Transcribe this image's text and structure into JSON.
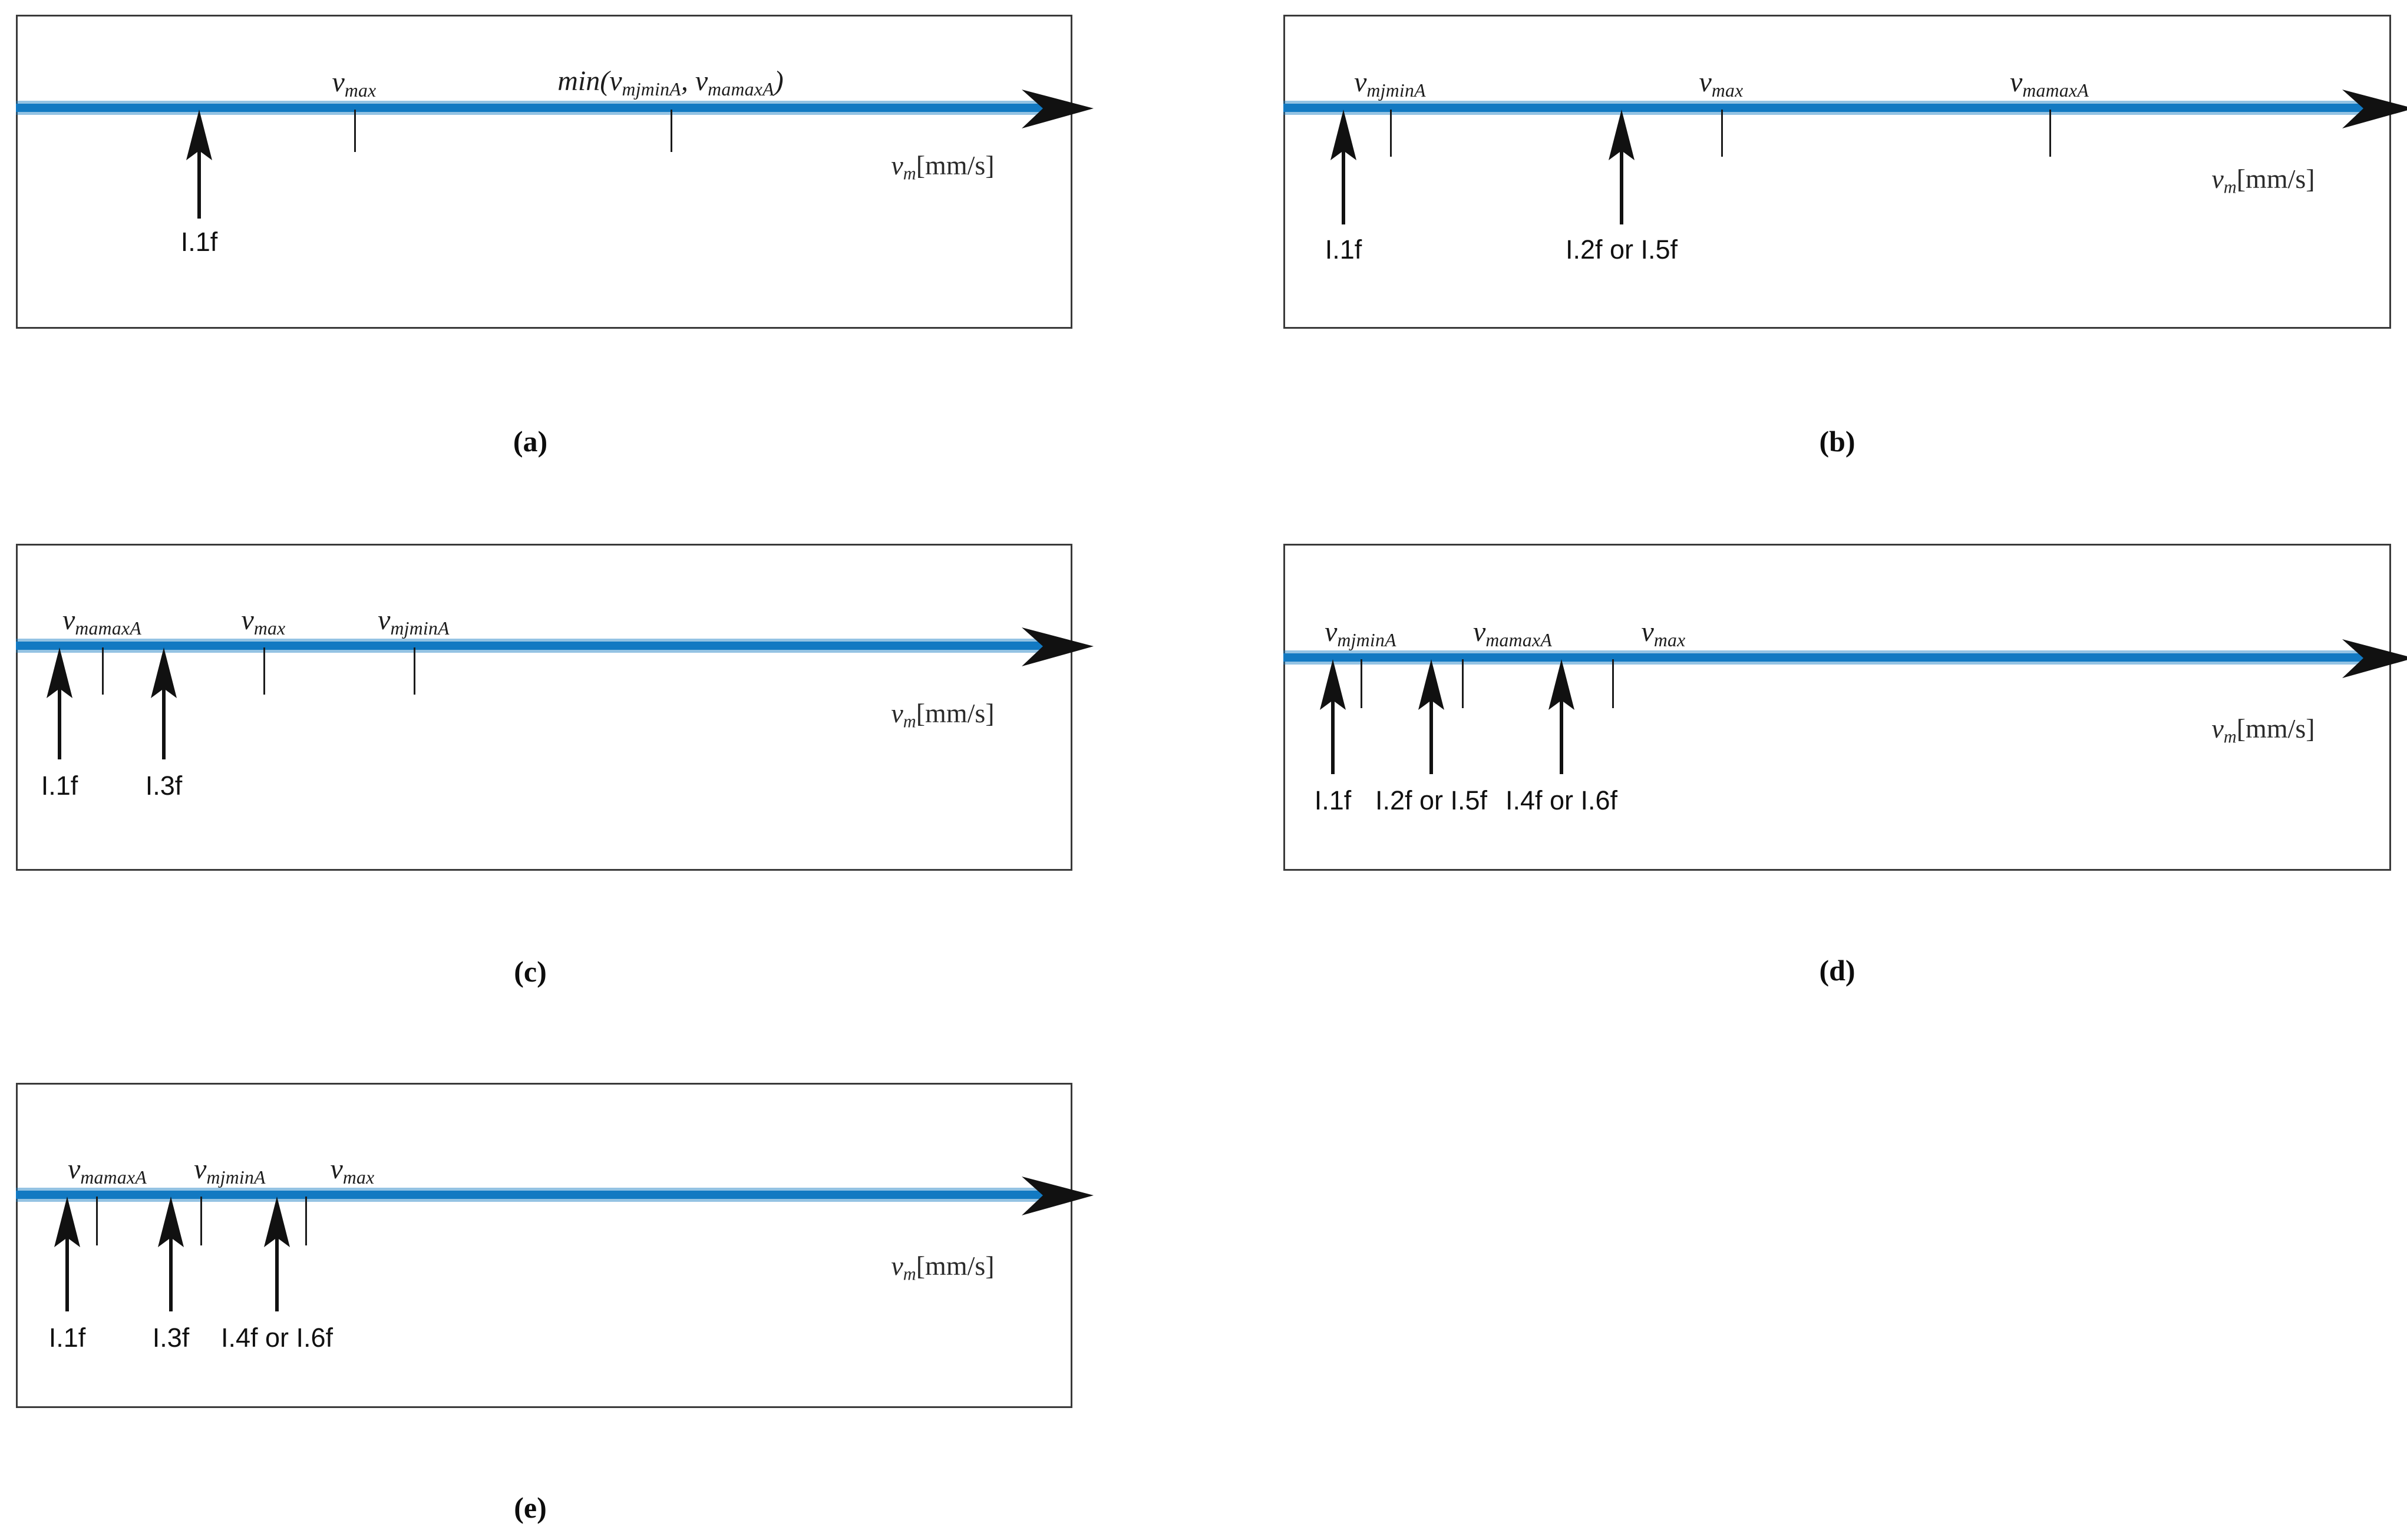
{
  "figure": {
    "axis_color": "#1279c2",
    "frame_color": "#3a3a3a",
    "text_color": "#111111",
    "unit_label": "v_m[mm/s]"
  },
  "symbols": {
    "v": "v",
    "max": "max",
    "mjminA": "mjminA",
    "mamaxA": "mamaxA",
    "m": "m",
    "mm_per_s": "[mm/s]",
    "min_open": "min(",
    "min_close": ")",
    "comma": ", "
  },
  "panels": [
    {
      "id": "a",
      "caption": "(a)",
      "axis_label": "v_m[mm/s]",
      "tick_labels": [
        {
          "text": "v_max",
          "base": "v",
          "sub": "max"
        },
        {
          "text": "min(v_mjminA, v_mamaxA)",
          "base": "min(v",
          "sub": "mjminA",
          "base2": ", v",
          "sub2": "mamaxA",
          "tail": ")"
        }
      ],
      "ticks": [
        {
          "label": "v_max"
        },
        {
          "label": "min(v_mjminA, v_mamaxA)"
        }
      ],
      "arrows": [
        {
          "label": "I.1f"
        }
      ]
    },
    {
      "id": "b",
      "caption": "(b)",
      "axis_label": "v_m[mm/s]",
      "ticks": [
        {
          "label": "v_mjminA"
        },
        {
          "label": "v_max"
        },
        {
          "label": "v_mamaxA"
        }
      ],
      "arrows": [
        {
          "label": "I.1f"
        },
        {
          "label": "I.2f or I.5f"
        }
      ]
    },
    {
      "id": "c",
      "caption": "(c)",
      "axis_label": "v_m[mm/s]",
      "ticks": [
        {
          "label": "v_mamaxA"
        },
        {
          "label": "v_max"
        },
        {
          "label": "v_mjminA"
        }
      ],
      "arrows": [
        {
          "label": "I.1f"
        },
        {
          "label": "I.3f"
        }
      ]
    },
    {
      "id": "d",
      "caption": "(d)",
      "axis_label": "v_m[mm/s]",
      "ticks": [
        {
          "label": "v_mjminA"
        },
        {
          "label": "v_mamaxA"
        },
        {
          "label": "v_max"
        }
      ],
      "arrows": [
        {
          "label": "I.1f"
        },
        {
          "label": "I.2f or I.5f"
        },
        {
          "label": "I.4f or I.6f"
        }
      ]
    },
    {
      "id": "e",
      "caption": "(e)",
      "axis_label": "v_m[mm/s]",
      "ticks": [
        {
          "label": "v_mamaxA"
        },
        {
          "label": "v_mjminA"
        },
        {
          "label": "v_max"
        }
      ],
      "arrows": [
        {
          "label": "I.1f"
        },
        {
          "label": "I.3f"
        },
        {
          "label": "I.4f or I.6f"
        }
      ]
    }
  ],
  "labels": {
    "a": {
      "caption": "(a)",
      "tick1": {
        "b": "v",
        "s": "max"
      },
      "tick2": {
        "pre": "min(",
        "b": "v",
        "s": "mjminA",
        "mid": ", ",
        "b2": "v",
        "s2": "mamaxA",
        "post": ")"
      },
      "arrow1": "I.1f",
      "unit": {
        "b": "v",
        "s": "m",
        "brk": "[mm/s]"
      }
    },
    "b": {
      "caption": "(b)",
      "tick1": {
        "b": "v",
        "s": "mjminA"
      },
      "tick2": {
        "b": "v",
        "s": "max"
      },
      "tick3": {
        "b": "v",
        "s": "mamaxA"
      },
      "arrow1": "I.1f",
      "arrow2": "I.2f or I.5f",
      "unit": {
        "b": "v",
        "s": "m",
        "brk": "[mm/s]"
      }
    },
    "c": {
      "caption": "(c)",
      "tick1": {
        "b": "v",
        "s": "mamaxA"
      },
      "tick2": {
        "b": "v",
        "s": "max"
      },
      "tick3": {
        "b": "v",
        "s": "mjminA"
      },
      "arrow1": "I.1f",
      "arrow2": "I.3f",
      "unit": {
        "b": "v",
        "s": "m",
        "brk": "[mm/s]"
      }
    },
    "d": {
      "caption": "(d)",
      "tick1": {
        "b": "v",
        "s": "mjminA"
      },
      "tick2": {
        "b": "v",
        "s": "mamaxA"
      },
      "tick3": {
        "b": "v",
        "s": "max"
      },
      "arrow1": "I.1f",
      "arrow2": "I.2f or I.5f",
      "arrow3": "I.4f or I.6f",
      "unit": {
        "b": "v",
        "s": "m",
        "brk": "[mm/s]"
      }
    },
    "e": {
      "caption": "(e)",
      "tick1": {
        "b": "v",
        "s": "mamaxA"
      },
      "tick2": {
        "b": "v",
        "s": "mjminA"
      },
      "tick3": {
        "b": "v",
        "s": "max"
      },
      "arrow1": "I.1f",
      "arrow2": "I.3f",
      "arrow3": "I.4f or I.6f",
      "unit": {
        "b": "v",
        "s": "m",
        "brk": "[mm/s]"
      }
    }
  }
}
